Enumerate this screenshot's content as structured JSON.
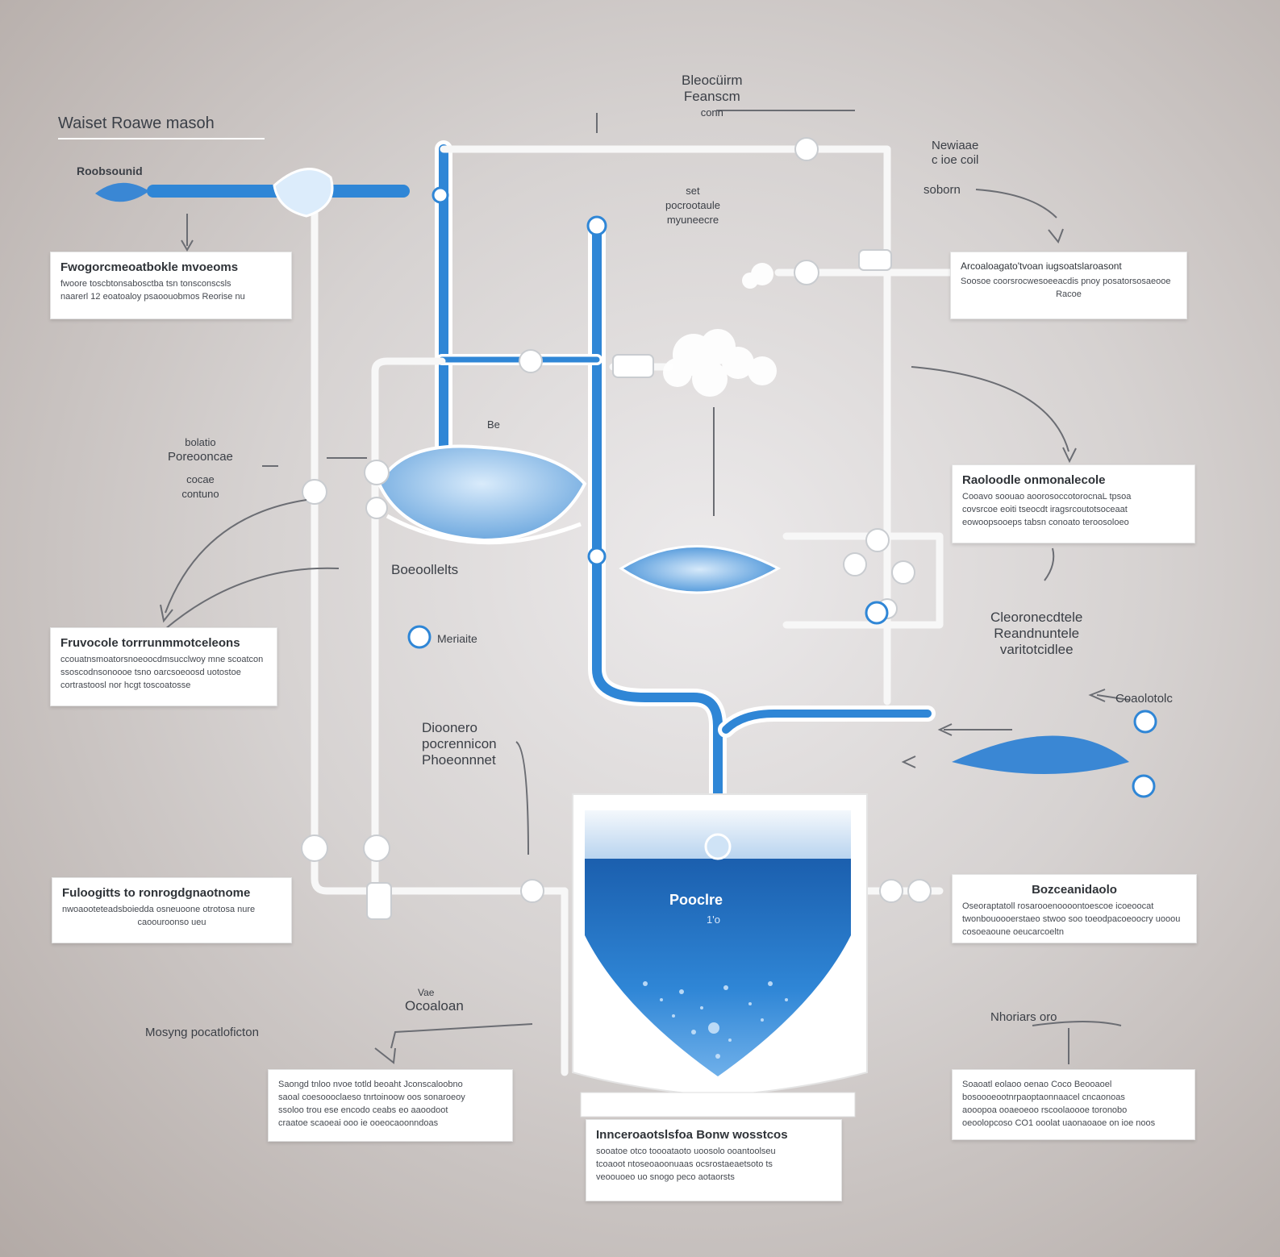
{
  "title": "Waiset Roawe masoh",
  "labels": {
    "top_center": [
      "Bleocüirm",
      "Feanscm",
      "conn"
    ],
    "mid_center": [
      "set",
      "pocrootaule",
      "myuneecre"
    ],
    "top_right": [
      "Newiaae",
      "c ioe coil"
    ],
    "top_right_small": "soborn",
    "left_inlet": "Roobsounid",
    "left_mid": [
      "bolatio",
      "Poreooncae",
      "cocae",
      "contuno"
    ],
    "center_feed": "Boeoollelts",
    "center_mark": "Be",
    "legend_dot": "Meriaite",
    "center_lower": [
      "Dioonero",
      "pocrennicon",
      "Phoeonnnet"
    ],
    "right_mid": [
      "Cleoronecdtele",
      "Reandnuntele",
      "varitotcidlee"
    ],
    "right_side": "Coaolotolc",
    "bottom_left_mark": "Vae",
    "bottom_left": "Ocoaloan",
    "bottom_left_far": "Mosyng pocatloficton",
    "bottom_right": "Nhoriars oro",
    "tank": "Pooclre",
    "tank_sub": "1'o"
  },
  "boxes": [
    {
      "title": "Fwogorcmeoatbokle mvoeoms",
      "body": [
        "fwoore toscbtonsabosctba tsn tonsconscsls",
        "naarerl 12 eoatoaloy psaoouobmos Reorise nu"
      ]
    },
    {
      "title": "Arcoaloagato'tvoan iugsoatslaroasont",
      "body": [
        "Soosoe coorsrocwesoeeacdis pnoy posatorsosaeooe",
        "Racoe"
      ]
    },
    {
      "title": "Raoloodle onmonalecole",
      "body": [
        "Cooavo soouao aoorosoccotorocnaL tpsoa",
        "covsrcoe eoiti tseocdt iragsrcoutotsoceaat",
        "eowoopsooeps tabsn conoato teroosoloeo"
      ]
    },
    {
      "title": "Fruvocole torrrunmmotceleons",
      "body": [
        "ccouatnsmoatorsnoeoocdmsucclwoy mne scoatcon",
        "ssoscodnsonoooe tsno oarcsoeoosd uotostoe",
        "cortrastoosl nor hcgt toscoatosse"
      ]
    },
    {
      "title": "Fuloogitts to ronrogdgnaotnome",
      "body": [
        "nwoaooteteadsboiedda osneuoone otrotosa nure",
        "caoouroonso ueu"
      ]
    },
    {
      "title": "Bozceanidaolo",
      "body": [
        "Oseoraptatoll rosarooenoooontoescoe icoeoocat",
        "twonbouoooerstaeo stwoo soo toeodpacoeoocry uooou",
        "cosoeaoune oeucarcoeltn"
      ]
    },
    {
      "title": "",
      "body": [
        "Saongd tnloo nvoe totld beoaht Jconscaloobno",
        "saoal coesoooclaeso tnrtoinoow oos sonaroeoy",
        "ssoloo trou ese encodo ceabs eo aaoodoot",
        "craatoe scaoeai ooo ie ooeocaoonndoas"
      ]
    },
    {
      "title": "Innceroaotslsfoa Bonw wosstcos",
      "body": [
        "sooatoe otco toooataoto uoosolo ooantoolseu",
        "tcoaoot ntoseoaoonuaas ocsrostaeaetsoto ts",
        "veoouoeo uo snogo peco aotaorsts"
      ]
    },
    {
      "title": "",
      "body": [
        "Soaoatl eolaoo oenao Coco Beooaoel",
        "bosoooeootnrpaoptaonnaacel cncaonoas",
        "aooopoa ooaeoeoo rscoolaoooe toronobo",
        "oeoolopcoso CO1 ooolat uaonaoaoe on ioe noos"
      ]
    }
  ],
  "colors": {
    "pipe_blue": "#2f86d6",
    "pipe_white": "#f7f7f7",
    "water_light": "#a9cdf0",
    "water_dark": "#1b5fae",
    "background": "#d6d2d1"
  }
}
